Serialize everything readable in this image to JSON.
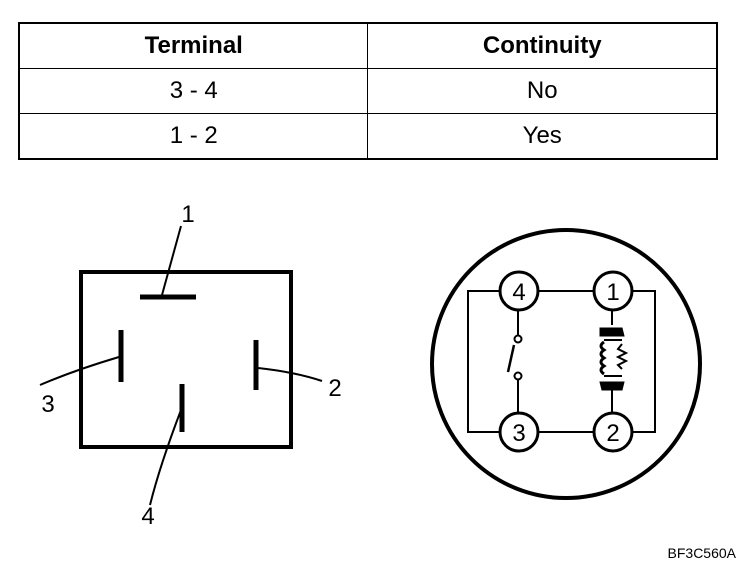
{
  "table": {
    "headers": [
      "Terminal",
      "Continuity"
    ],
    "rows": [
      [
        "3 - 4",
        "No"
      ],
      [
        "1 - 2",
        "Yes"
      ]
    ]
  },
  "connector_view": {
    "terminal_labels": [
      "1",
      "2",
      "3",
      "4"
    ]
  },
  "schematic": {
    "terminal_labels": [
      "1",
      "2",
      "3",
      "4"
    ]
  },
  "figure_code": "BF3C560A"
}
